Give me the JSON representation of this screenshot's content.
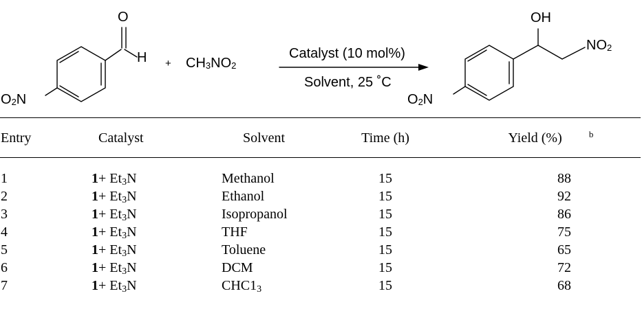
{
  "scheme": {
    "reactant1": {
      "o": "O",
      "h": "H",
      "nitro_main": "O",
      "nitro_sub": "2",
      "nitro_n": "N"
    },
    "plus": "+",
    "reactant2": {
      "main": "CH",
      "sub1": "3",
      "mid": "NO",
      "sub2": "2"
    },
    "arrow_above": "Catalyst (10 mol%)",
    "arrow_below": "Solvent, 25 ˚C",
    "product": {
      "oh": "OH",
      "no2_main": "NO",
      "no2_sub": "2",
      "nitro_main": "O",
      "nitro_sub": "2",
      "nitro_n": "N"
    }
  },
  "table": {
    "headers": {
      "entry": "Entry",
      "catalyst": "Catalyst",
      "solvent": "Solvent",
      "time": "Time (h)",
      "yield": "Yield (%)",
      "yield_sup": "b"
    },
    "catalyst_bold": "1",
    "catalyst_rest": "+ Et",
    "catalyst_sub": "3",
    "catalyst_end": "N",
    "rows": [
      {
        "entry": "1",
        "solvent": "Methanol",
        "time": "15",
        "yield": "88"
      },
      {
        "entry": "2",
        "solvent": "Ethanol",
        "time": "15",
        "yield": "92"
      },
      {
        "entry": "3",
        "solvent": "Isopropanol",
        "time": "15",
        "yield": "86"
      },
      {
        "entry": "4",
        "solvent": "THF",
        "time": "15",
        "yield": "75"
      },
      {
        "entry": "5",
        "solvent": "Toluene",
        "time": "15",
        "yield": "65"
      },
      {
        "entry": "6",
        "solvent": "DCM",
        "time": "15",
        "yield": "72"
      },
      {
        "entry": "7",
        "solvent": "CHC1",
        "solvent_sub": "3",
        "time": "15",
        "yield": "68"
      }
    ]
  }
}
